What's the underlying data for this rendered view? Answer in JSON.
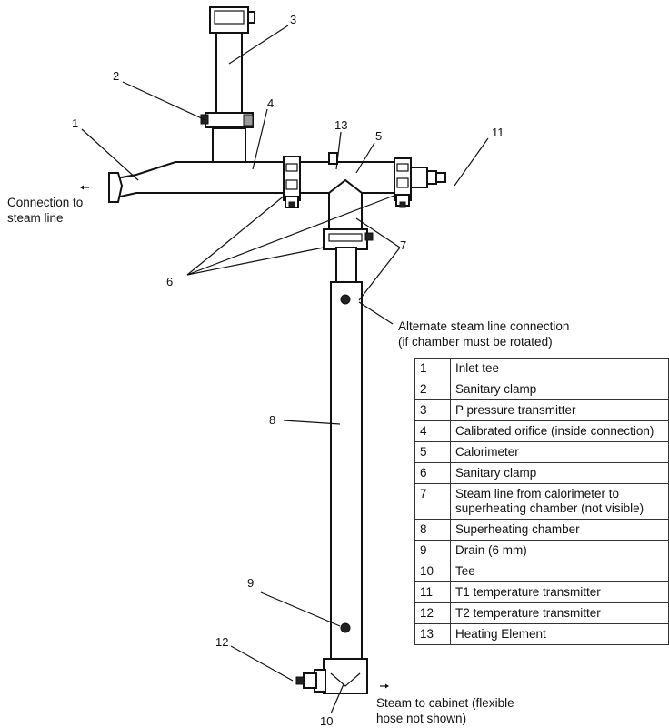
{
  "captions": {
    "steam_line": [
      "Connection to",
      "steam line"
    ],
    "alternate": [
      "Alternate steam line connection",
      "(if chamber must be rotated)"
    ],
    "cabinet": [
      "Steam to cabinet (flexible",
      "hose not shown)"
    ]
  },
  "callouts": {
    "c1": "1",
    "c2": "2",
    "c3": "3",
    "c4": "4",
    "c5": "5",
    "c6": "6",
    "c7": "7",
    "c8": "8",
    "c9": "9",
    "c10": "10",
    "c11": "11",
    "c12": "12",
    "c13": "13"
  },
  "legend": [
    {
      "num": "1",
      "desc": "Inlet tee"
    },
    {
      "num": "2",
      "desc": "Sanitary clamp"
    },
    {
      "num": "3",
      "desc": "P pressure transmitter"
    },
    {
      "num": "4",
      "desc": "Calibrated orifice (inside connection)"
    },
    {
      "num": "5",
      "desc": "Calorimeter"
    },
    {
      "num": "6",
      "desc": "Sanitary clamp"
    },
    {
      "num": "7",
      "desc": "Steam line from calorimeter to superheating chamber (not visible)"
    },
    {
      "num": "8",
      "desc": "Superheating chamber"
    },
    {
      "num": "9",
      "desc": "Drain (6 mm)"
    },
    {
      "num": "10",
      "desc": "Tee"
    },
    {
      "num": "11",
      "desc": "T1 temperature transmitter"
    },
    {
      "num": "12",
      "desc": "T2 temperature transmitter"
    },
    {
      "num": "13",
      "desc": "Heating Element"
    }
  ]
}
